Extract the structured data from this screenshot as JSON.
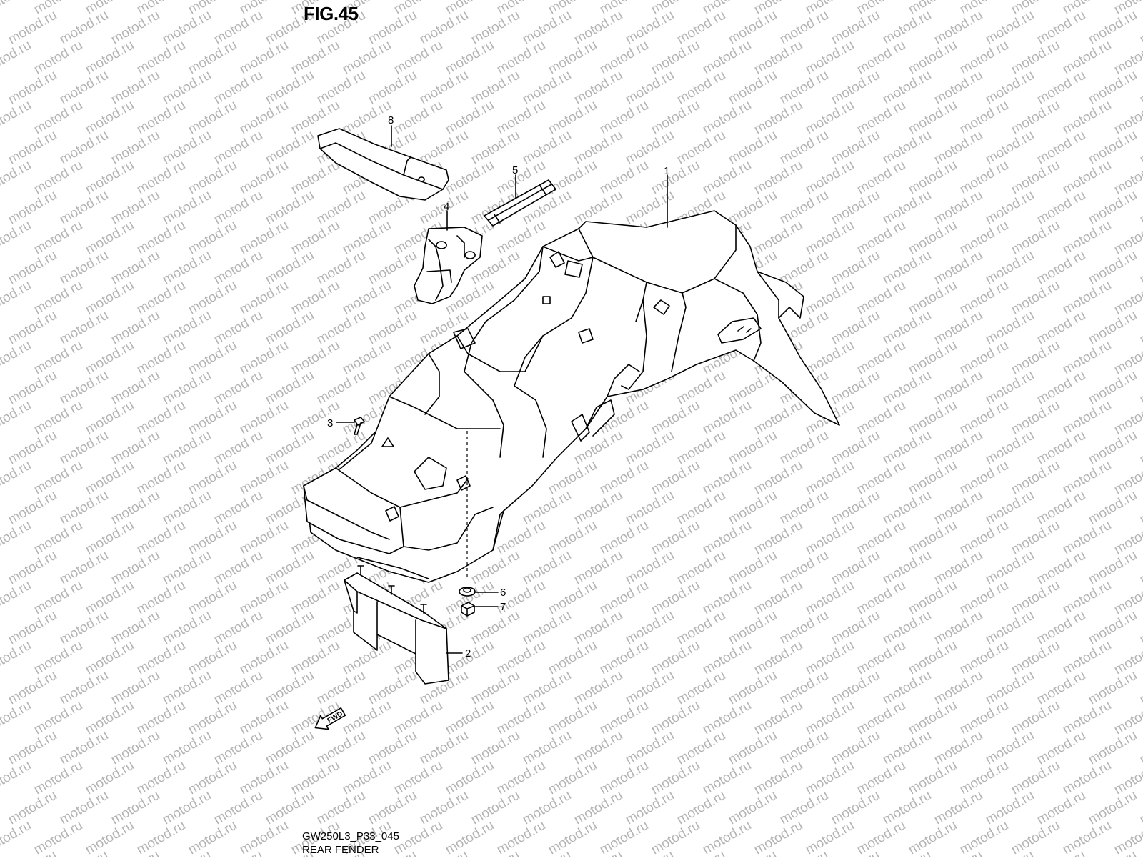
{
  "figure": {
    "title": "FIG.45",
    "code": "GW250L3_P33_045",
    "name": "REAR FENDER"
  },
  "watermark": {
    "text": "motod.ru"
  },
  "callouts": [
    {
      "id": "1",
      "label": "1"
    },
    {
      "id": "2",
      "label": "2"
    },
    {
      "id": "3",
      "label": "3"
    },
    {
      "id": "4",
      "label": "4"
    },
    {
      "id": "5",
      "label": "5"
    },
    {
      "id": "6",
      "label": "6"
    },
    {
      "id": "7",
      "label": "7"
    },
    {
      "id": "8",
      "label": "8"
    }
  ],
  "direction_marker": {
    "label": "FWD",
    "icon": "fwd-arrow-icon"
  },
  "colors": {
    "line": "#000000",
    "watermark": "#b4b4b4",
    "background": "#ffffff"
  }
}
